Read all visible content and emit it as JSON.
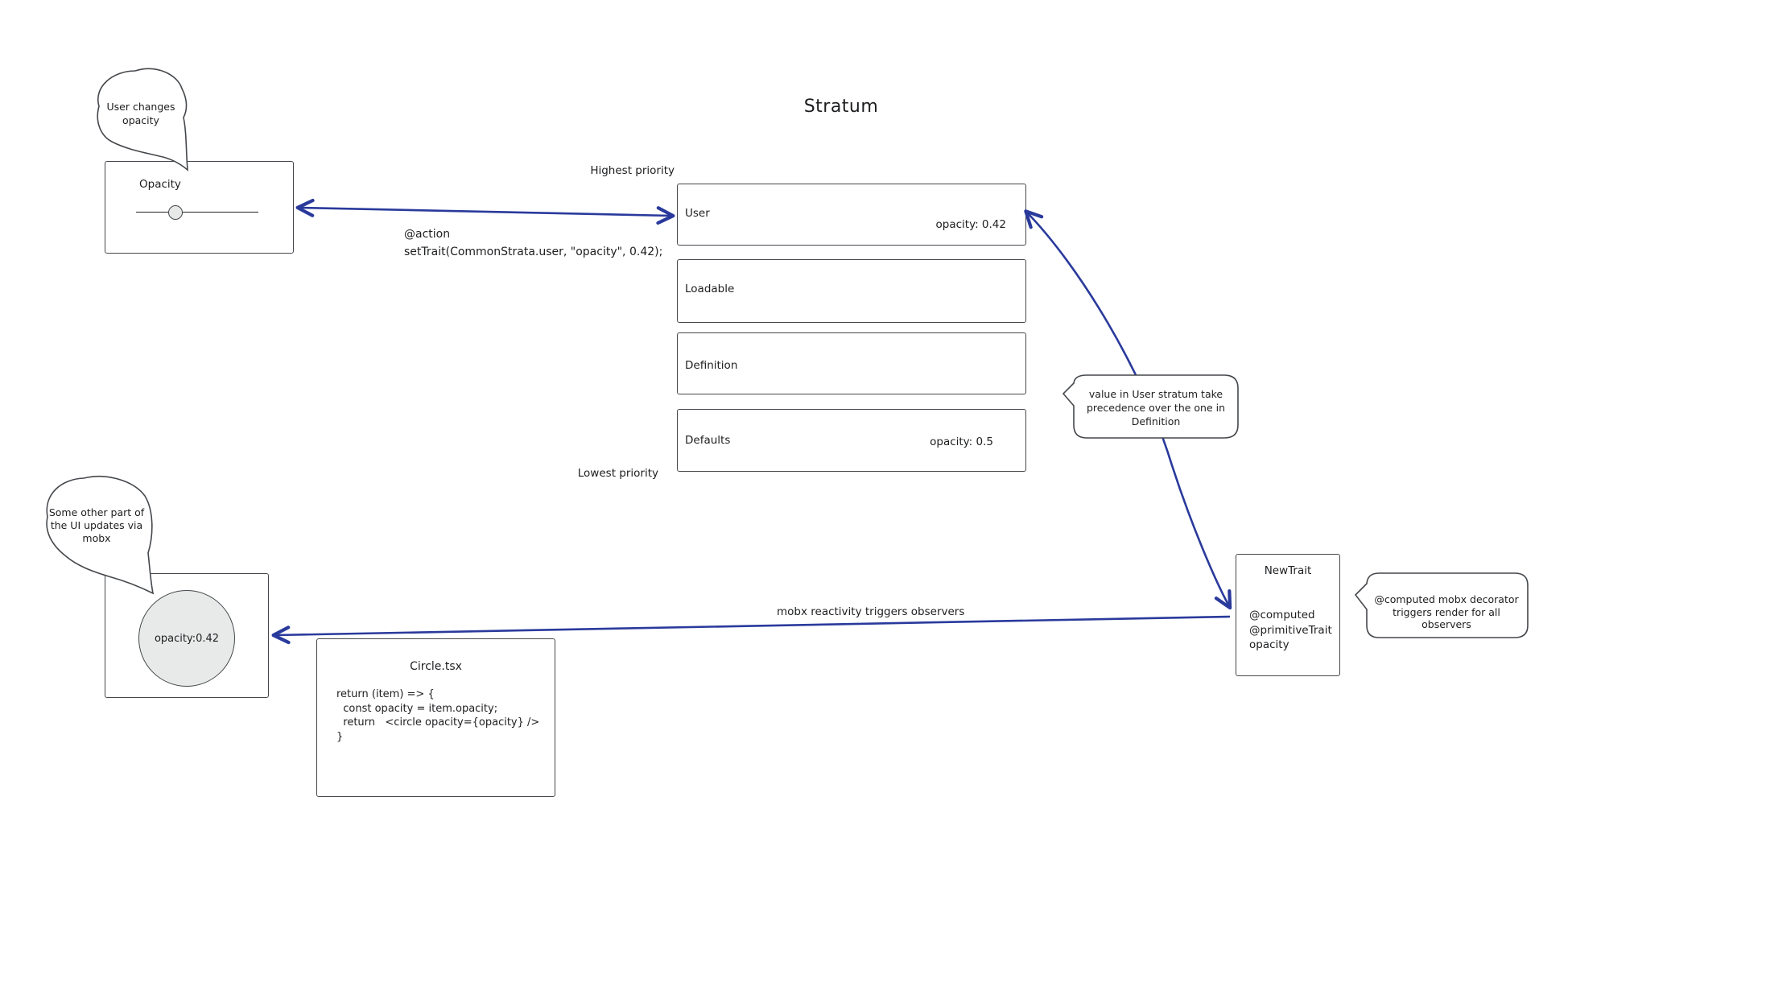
{
  "title": "Stratum",
  "colors": {
    "arrow_blue": "#2a3a9c",
    "shape_border": "#44474b",
    "knob_fill": "#e7e9e9",
    "circle_fill": "#e8eaea"
  },
  "priority_labels": {
    "highest": "Highest priority",
    "lowest": "Lowest priority"
  },
  "opacity_panel": {
    "label": "Opacity"
  },
  "action_note": {
    "line1": "@action",
    "line2": "setTrait(CommonStrata.user, \"opacity\", 0.42);"
  },
  "strata": [
    {
      "name": "User",
      "value": "opacity: 0.42"
    },
    {
      "name": "Loadable",
      "value": ""
    },
    {
      "name": "Definition",
      "value": ""
    },
    {
      "name": "Defaults",
      "value": "opacity: 0.5"
    }
  ],
  "bubbles": {
    "user_changes": {
      "lines": [
        "User changes",
        "opacity"
      ]
    },
    "ui_updates": {
      "lines": [
        "Some other part of",
        "the UI updates via",
        "mobx"
      ]
    },
    "precedence": {
      "lines": [
        "value in User stratum take",
        "precedence over the one in",
        "Definition"
      ]
    },
    "computed": {
      "lines": [
        "@computed mobx decorator",
        "triggers render for all observers"
      ]
    }
  },
  "mobx_arrow_label": "mobx reactivity triggers observers",
  "circle_panel": {
    "value": "opacity:0.42"
  },
  "code_panel": {
    "title": "Circle.tsx",
    "lines": [
      "return (item) => {",
      "  const opacity = item.opacity;",
      "  return   <circle opacity={opacity} />",
      "}"
    ]
  },
  "newtrait_panel": {
    "title": "NewTrait",
    "lines": [
      "@computed",
      "@primitiveTrait",
      "opacity"
    ]
  }
}
